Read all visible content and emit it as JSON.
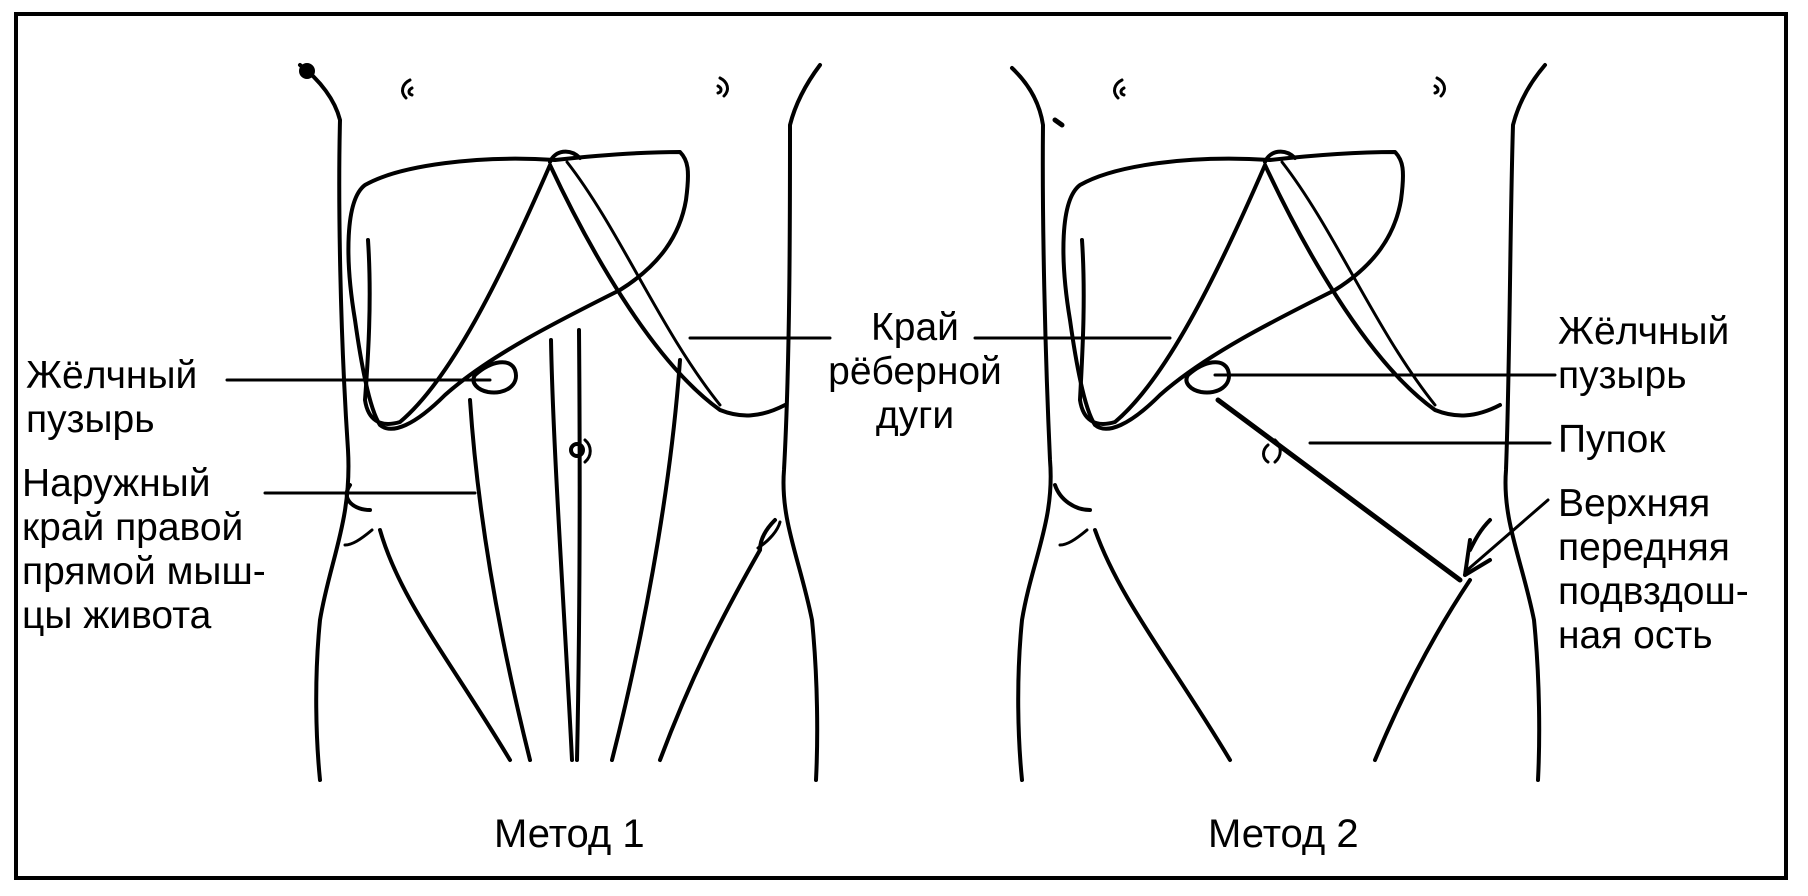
{
  "colors": {
    "ink": "#000000",
    "background": "#ffffff"
  },
  "method1": {
    "caption": "Метод 1",
    "gallbladder": [
      "Жёлчный",
      "пузырь"
    ],
    "rectus_edge": [
      "Наружный",
      "край правой",
      "прямой мыш-",
      "цы живота"
    ]
  },
  "center": {
    "costal_margin": [
      "Край",
      "рёберной",
      "дуги"
    ]
  },
  "method2": {
    "caption": "Метод 2",
    "gallbladder": [
      "Жёлчный",
      "пузырь"
    ],
    "umbilicus": "Пупок",
    "iliac_spine": [
      "Верхняя",
      "передняя",
      "подвздош-",
      "ная ость"
    ]
  }
}
